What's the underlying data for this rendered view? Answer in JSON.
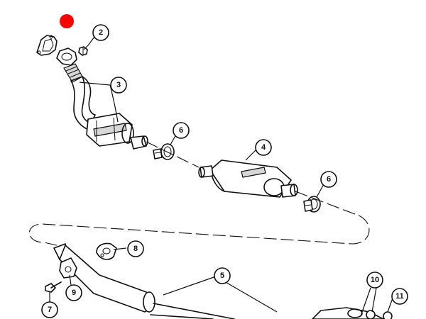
{
  "callouts": {
    "c2": "2",
    "c3": "3",
    "c4": "4",
    "c5": "5",
    "c6a": "6",
    "c6b": "6",
    "c7": "7",
    "c8": "8",
    "c9": "9",
    "c10": "10",
    "c11": "11"
  },
  "colors": {
    "marker": "#ff0000",
    "line": "#111111",
    "background": "#ffffff"
  }
}
